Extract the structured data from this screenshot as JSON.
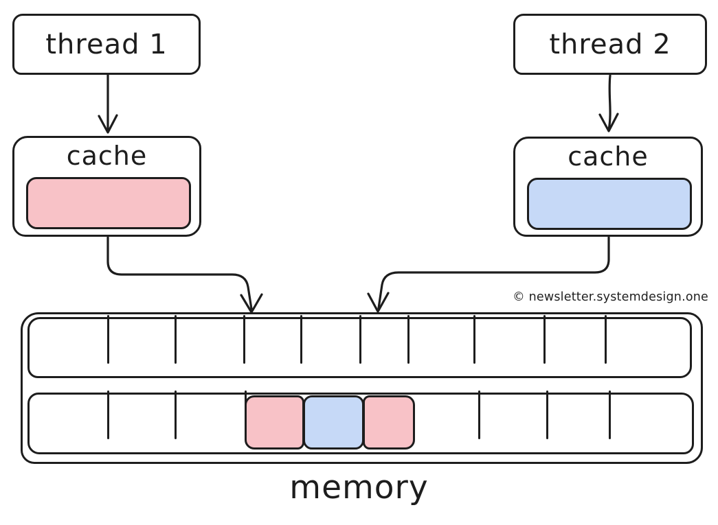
{
  "diagram": {
    "thread1_label": "thread 1",
    "thread2_label": "thread 2",
    "cache_left_label": "cache",
    "cache_right_label": "cache",
    "memory_label": "memory",
    "watermark": "©  newsletter.systemdesign.one"
  },
  "colors": {
    "stroke": "#1d1d1d",
    "background": "#ffffff",
    "pink": "#f8c2c7",
    "blue": "#c6d9f7"
  },
  "cache_lines": {
    "left_color": "pink",
    "right_color": "blue"
  },
  "memory_grid": {
    "rows": [
      {
        "name": "memory-row-1",
        "cells": [
          {
            "w": 115,
            "color": ""
          },
          {
            "w": 99,
            "color": ""
          },
          {
            "w": 101,
            "color": ""
          },
          {
            "w": 83,
            "color": ""
          },
          {
            "w": 87,
            "color": ""
          },
          {
            "w": 70,
            "color": ""
          },
          {
            "w": 97,
            "color": ""
          },
          {
            "w": 103,
            "color": ""
          },
          {
            "w": 90,
            "color": ""
          },
          {
            "w": 123,
            "color": ""
          }
        ]
      },
      {
        "name": "memory-row-2",
        "cells": [
          {
            "w": 117,
            "color": ""
          },
          {
            "w": 100,
            "color": ""
          },
          {
            "w": 103,
            "color": ""
          },
          {
            "w": 82,
            "color": "pink"
          },
          {
            "w": 85,
            "color": "blue"
          },
          {
            "w": 71,
            "color": "pink"
          },
          {
            "w": 97,
            "color": ""
          },
          {
            "w": 101,
            "color": ""
          },
          {
            "w": 92,
            "color": ""
          },
          {
            "w": 122,
            "color": ""
          }
        ]
      }
    ]
  }
}
